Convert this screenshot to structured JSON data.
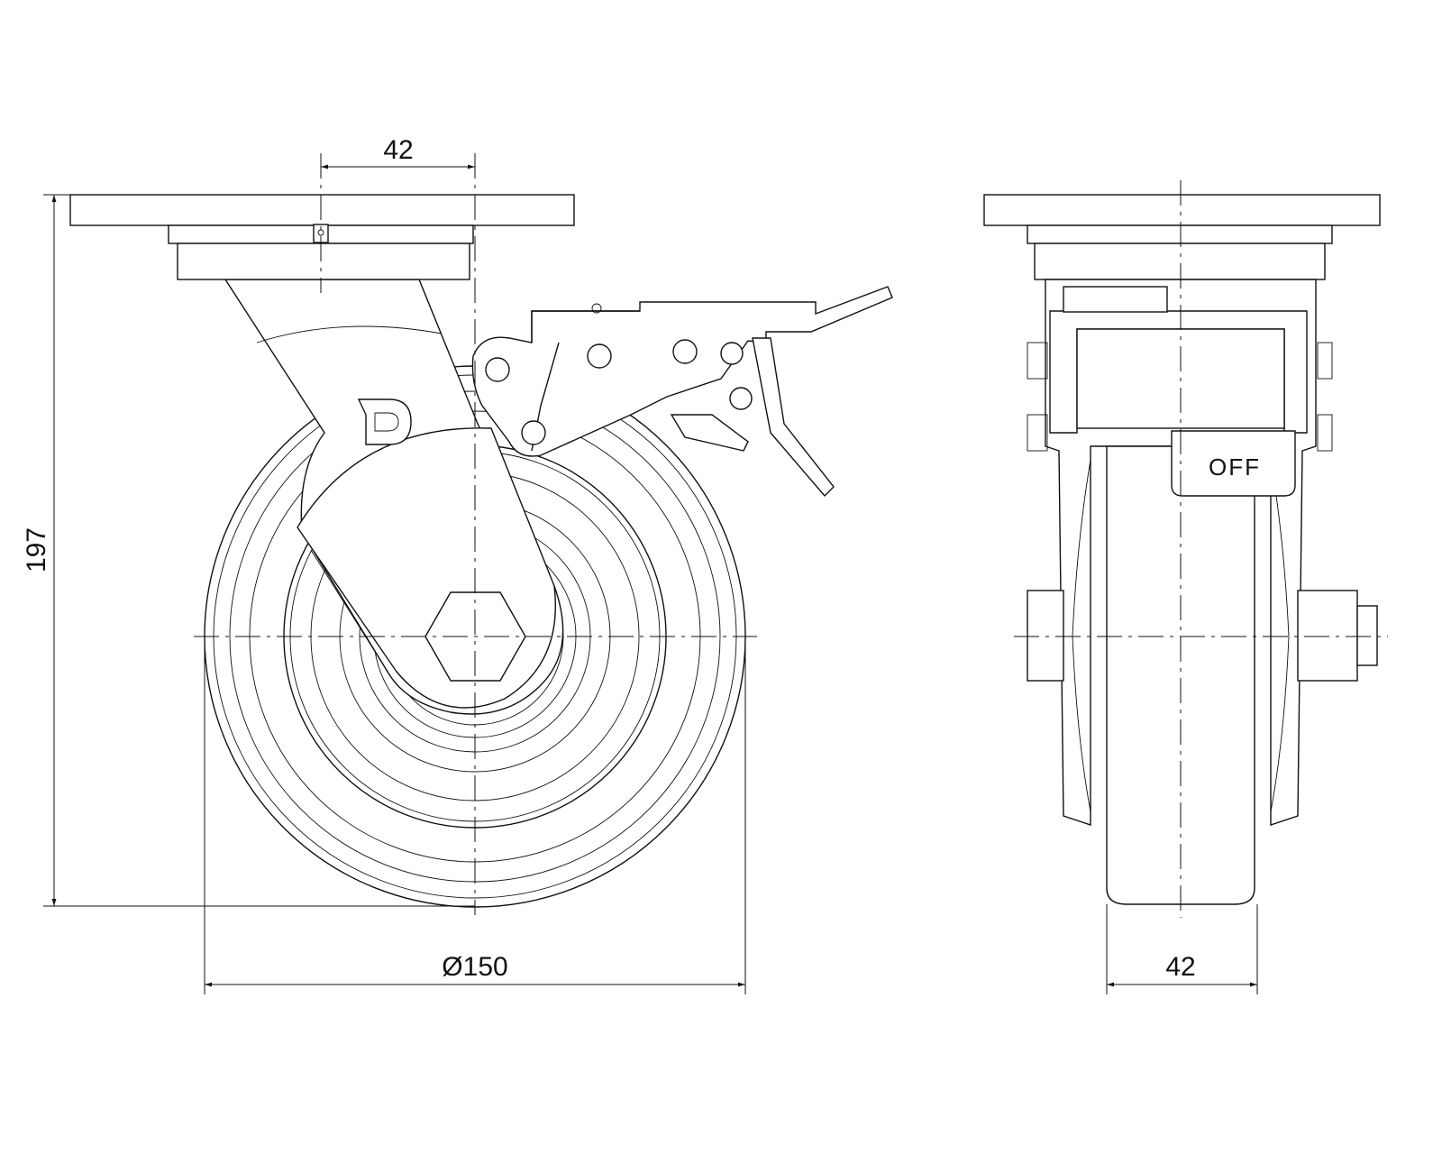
{
  "drawing": {
    "views": [
      "side-view",
      "front-view"
    ],
    "dimensions": {
      "top_offset": "42",
      "overall_height": "197",
      "wheel_diameter": "Ø150",
      "wheel_width": "42"
    },
    "brake_label": "OFF",
    "logo": "D"
  }
}
